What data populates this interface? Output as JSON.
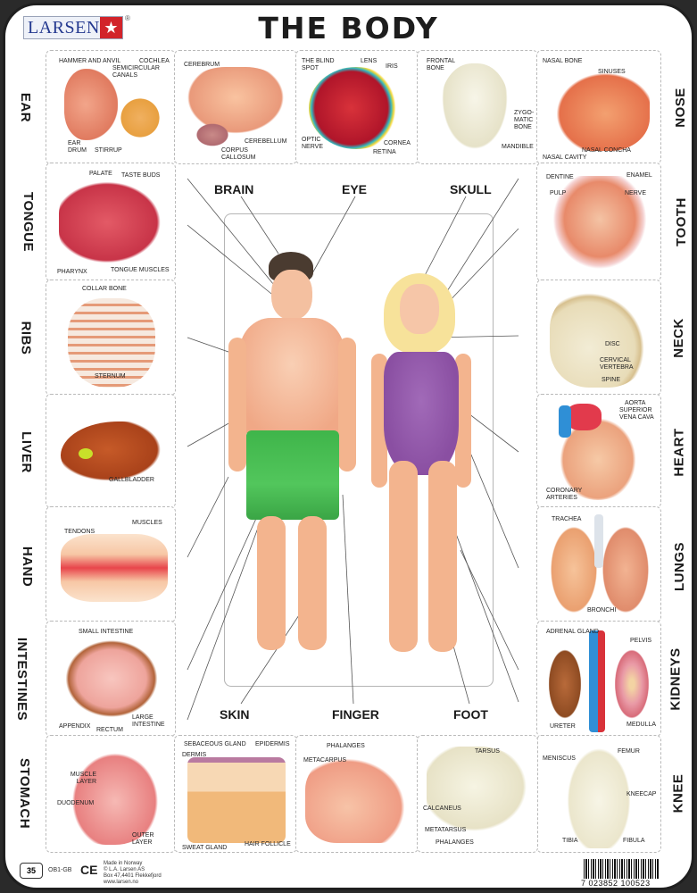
{
  "brand": {
    "name": "LARSEN",
    "registered": "®"
  },
  "title": "THE BODY",
  "top_row": [
    {
      "id": "ear",
      "labels": [
        "HAMMER AND ANVIL",
        "COCHLEA",
        "SEMICIRCULAR CANALS",
        "EAR DRUM",
        "STIRRUP"
      ]
    },
    {
      "id": "brain",
      "labels": [
        "CEREBRUM",
        "CEREBELLUM",
        "CORPUS CALLOSUM"
      ]
    },
    {
      "id": "eye",
      "labels": [
        "THE BLIND SPOT",
        "LENS",
        "IRIS",
        "OPTIC NERVE",
        "CORNEA",
        "RETINA"
      ]
    },
    {
      "id": "skull",
      "labels": [
        "FRONTAL BONE",
        "ZYGO-MATIC BONE",
        "MANDIBLE"
      ]
    },
    {
      "id": "nose",
      "labels": [
        "NASAL BONE",
        "SINUSES",
        "NASAL CAVITY",
        "NASAL CONCHA"
      ]
    }
  ],
  "left_column": [
    {
      "id": "ear",
      "side_label": "EAR"
    },
    {
      "id": "tongue",
      "side_label": "TONGUE",
      "labels": [
        "PALATE",
        "TASTE BUDS",
        "PHARYNX",
        "TONGUE MUSCLES"
      ]
    },
    {
      "id": "ribs",
      "side_label": "RIBS",
      "labels": [
        "COLLAR BONE",
        "STERNUM"
      ]
    },
    {
      "id": "liver",
      "side_label": "LIVER",
      "labels": [
        "GALLBLADDER"
      ]
    },
    {
      "id": "hand",
      "side_label": "HAND",
      "labels": [
        "TENDONS",
        "MUSCLES"
      ]
    },
    {
      "id": "intestines",
      "side_label": "INTESTINES",
      "labels": [
        "SMALL INTESTINE",
        "APPENDIX",
        "RECTUM",
        "LARGE INTESTINE"
      ]
    },
    {
      "id": "stomach",
      "side_label": "STOMACH",
      "labels": [
        "MUSCLE LAYER",
        "DUODENUM",
        "OUTER LAYER"
      ]
    }
  ],
  "right_column": [
    {
      "id": "nose",
      "side_label": "NOSE"
    },
    {
      "id": "tooth",
      "side_label": "TOOTH",
      "labels": [
        "DENTINE",
        "ENAMEL",
        "PULP",
        "NERVE"
      ]
    },
    {
      "id": "neck",
      "side_label": "NECK",
      "labels": [
        "DISC",
        "CERVICAL VERTEBRA",
        "SPINE"
      ]
    },
    {
      "id": "heart",
      "side_label": "HEART",
      "labels": [
        "AORTA",
        "SUPERIOR VENA CAVA",
        "CORONARY ARTERIES"
      ]
    },
    {
      "id": "lungs",
      "side_label": "LUNGS",
      "labels": [
        "TRACHEA",
        "BRONCHI"
      ]
    },
    {
      "id": "kidneys",
      "side_label": "KIDNEYS",
      "labels": [
        "ADRENAL GLAND",
        "PELVIS",
        "URETER",
        "MEDULLA"
      ]
    },
    {
      "id": "knee",
      "side_label": "KNEE",
      "labels": [
        "MENISCUS",
        "FEMUR",
        "KNEECAP",
        "TIBIA",
        "FIBULA"
      ]
    }
  ],
  "bottom_row": [
    {
      "id": "skin",
      "labels": [
        "SEBACEOUS GLAND",
        "EPIDERMIS",
        "DERMIS",
        "SWEAT GLAND",
        "HAIR FOLLICLE"
      ]
    },
    {
      "id": "finger",
      "labels": [
        "PHALANGES",
        "METACARPUS"
      ]
    },
    {
      "id": "foot",
      "labels": [
        "TARSUS",
        "CALCANEUS",
        "METATARSUS",
        "PHALANGES"
      ]
    }
  ],
  "center": {
    "top_labels": [
      "BRAIN",
      "EYE",
      "SKULL"
    ],
    "bottom_labels": [
      "SKIN",
      "FINGER",
      "FOOT"
    ]
  },
  "footer": {
    "piece_count": "35",
    "product_code": "OB1-GB",
    "ce_mark": "CE",
    "made_in": "Made in Norway",
    "copyright": "© L.A. Larsen AS",
    "address": "Box 47,4401 Flekkefjord",
    "website": "www.larsen.no",
    "barcode_number": "7 023852 100523"
  },
  "colors": {
    "brand_blue": "#23388f",
    "brand_red": "#d2232a",
    "border": "#1f1f1f",
    "shorts_green": "#3fb54a",
    "swimsuit_purple": "#8a4fa2",
    "skin": "#f3b48e"
  }
}
